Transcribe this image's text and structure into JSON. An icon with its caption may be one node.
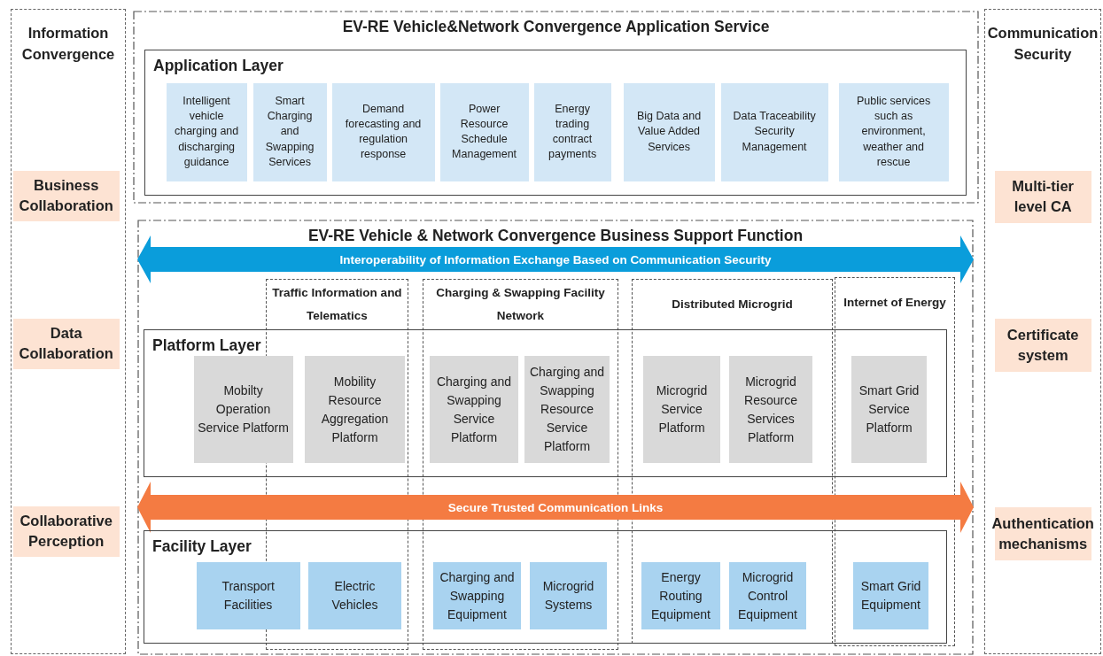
{
  "diagram": {
    "nodes": [
      {
        "text": [
          "Information Convergence"
        ]
      },
      {
        "text": [
          "Business Collaboration"
        ],
        "in": 0
      },
      {
        "text": [
          "Data Collaboration"
        ],
        "in": 0
      },
      {
        "text": [
          "Collaborative Perception"
        ],
        "in": 0
      },
      {
        "text": [
          "EV-RE Vehicle&Network Convergence Application Service"
        ]
      },
      {
        "text": [
          "Application Layer"
        ],
        "in": 4
      },
      {
        "text": [
          "Intelligent vehicle charging and discharging guidance"
        ],
        "in": 5
      },
      {
        "text": [
          "Smart Charging and Swapping Services"
        ],
        "in": 5
      },
      {
        "text": [
          "Demand forecasting and regulation response"
        ],
        "in": 5
      },
      {
        "text": [
          "Power Resource Schedule Management"
        ],
        "in": 5
      },
      {
        "text": [
          "Energy trading contract payments"
        ],
        "in": 5
      },
      {
        "text": [
          "Big Data and Value Added Services"
        ],
        "in": 5
      },
      {
        "text": [
          "Data Traceability Security Management"
        ],
        "in": 5
      },
      {
        "text": [
          "Public services such as environment, weather and rescue"
        ],
        "in": 5
      },
      {
        "text": [
          "EV-RE Vehicle & Network Convergence Business Support Function"
        ]
      },
      {
        "text": [
          "Interoperability of Information Exchange Based on Communication Security"
        ],
        "in": 14
      },
      {
        "text": [
          "Traffic Information and Telematics"
        ],
        "in": 14
      },
      {
        "text": [
          "Charging & Swapping Facility Network"
        ],
        "in": 14
      },
      {
        "text": [
          "Distributed Microgrid"
        ],
        "in": 14
      },
      {
        "text": [
          "Internet of Energy"
        ],
        "in": 14
      },
      {
        "text": [
          "Platform Layer"
        ],
        "in": 14
      },
      {
        "text": [
          "Mobilty Operation Service Platform"
        ],
        "in": 20
      },
      {
        "text": [
          "Mobility Resource Aggregation Platform"
        ]
      },
      {
        "text": [
          "Charging and Swapping Service Platform"
        ]
      },
      {
        "text": [
          "Charging and Swapping Resource Service Platform"
        ]
      },
      {
        "text": [
          "Microgrid Service Platform"
        ]
      },
      {
        "text": [
          "Microgrid Resource Services Platform"
        ]
      },
      {
        "text": [
          "Smart Grid Service Platform"
        ]
      },
      {
        "text": [
          "Secure Trusted Communication Links"
        ],
        "in": 14
      },
      {
        "text": [
          "Facility Layer"
        ],
        "in": 14
      },
      {
        "text": [
          "Transport Facilities"
        ],
        "in": 29
      },
      {
        "text": [
          "Electric Vehicles"
        ]
      },
      {
        "text": [
          "Charging and Swapping Equipment"
        ]
      },
      {
        "text": [
          "Microgrid Systems"
        ]
      },
      {
        "text": [
          "Energy Routing Equipment"
        ]
      },
      {
        "text": [
          "Microgrid Control Equipment"
        ]
      },
      {
        "text": [
          "Smart Grid Equipment"
        ]
      },
      {
        "text": [
          "Communication Security"
        ]
      },
      {
        "text": [
          "Multi-tier level CA"
        ],
        "in": 37
      },
      {
        "text": [
          "Certificate system"
        ],
        "in": 37
      },
      {
        "text": [
          "Authentication mechanisms"
        ],
        "in": 37
      }
    ]
  }
}
